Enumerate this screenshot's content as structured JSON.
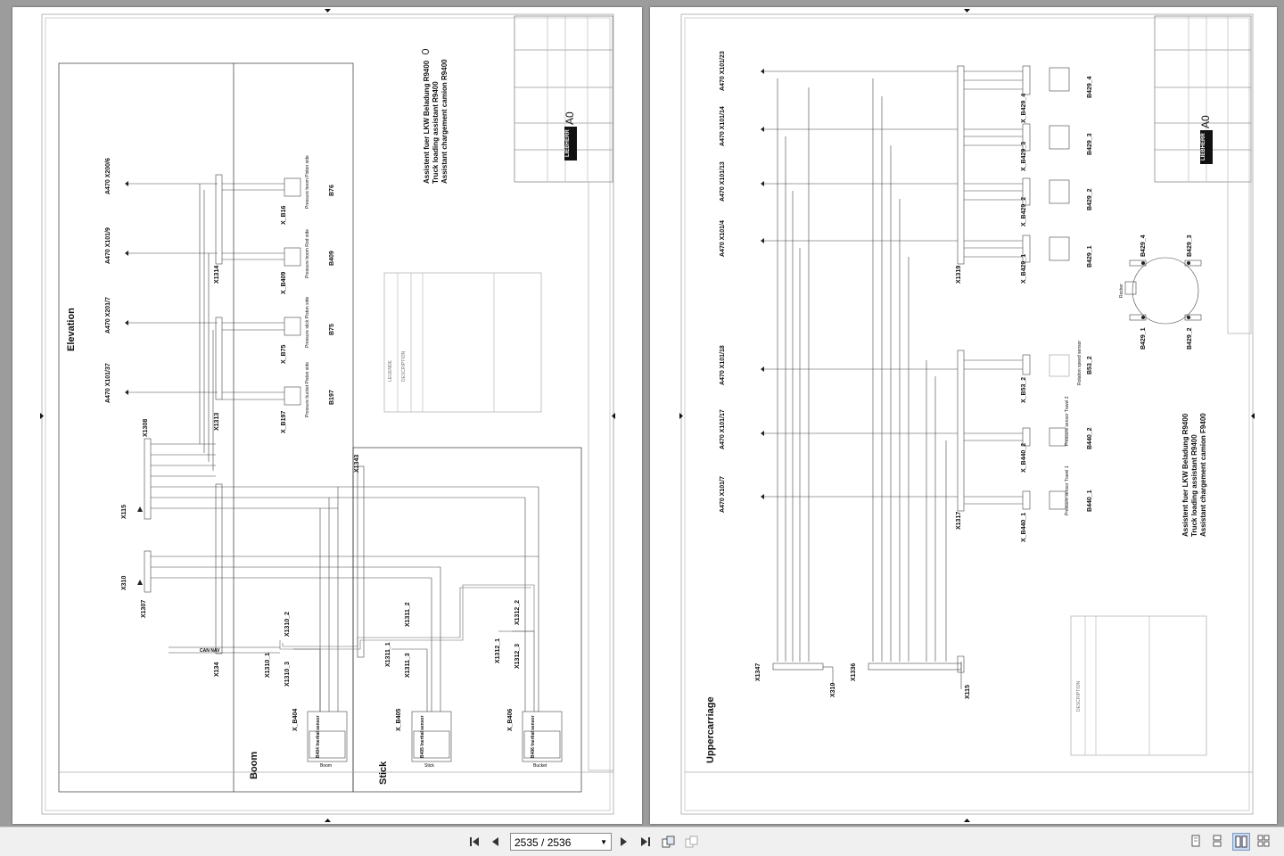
{
  "viewer": {
    "page_indicator": "2535 / 2536",
    "toolbar": {
      "first_page_icon": "first-page-icon",
      "prev_page_icon": "prev-page-icon",
      "next_page_icon": "next-page-icon",
      "last_page_icon": "last-page-icon",
      "view_modes": [
        "single-page-icon",
        "continuous-icon",
        "two-page-icon",
        "two-page-continuous-icon"
      ]
    }
  },
  "left_page": {
    "title_block": [
      "Assistent fuer LKW Beladung R9400",
      "Truck loading assistant R9400",
      "Assistant chargement camion R9400"
    ],
    "sections": [
      "Elevation",
      "Boom",
      "Stick"
    ],
    "connectors": [
      "A470 X200/6",
      "A470 X101/9",
      "A470 X201/7",
      "A470 X101/37"
    ],
    "terminal_strips": [
      "X1314",
      "X1313",
      "X1308",
      "X115",
      "X310",
      "X1307",
      "X134",
      "X1343"
    ],
    "sensors": [
      {
        "plug": "X_B16",
        "name": "B76",
        "desc": "Pressure boom Piston side"
      },
      {
        "plug": "X_B409",
        "name": "B409",
        "desc": "Pressure boom Rod side"
      },
      {
        "plug": "X_B75",
        "name": "B75",
        "desc": "Pressure stick Piston side"
      },
      {
        "plug": "X_B197",
        "name": "B197",
        "desc": "Pressure bucket Piston side"
      }
    ],
    "bottom_plugs": [
      "X_B404",
      "X_B405",
      "X_B406"
    ],
    "inertial_sensors": [
      "B404 Inertial sensor",
      "B405 Inertial sensor",
      "B406 Inertial sensor"
    ],
    "inertial_captions": [
      "Boom",
      "Stick",
      "Bucket"
    ],
    "splices": [
      "X1310_1",
      "X1310_3",
      "X1310_2",
      "X1311_1",
      "X1311_3",
      "X1311_2",
      "X1312_1",
      "X1312_3",
      "X1312_2"
    ],
    "can_label": "CAN NAV",
    "legend_title": "LEGENDE",
    "legend_subtitle": "DESCRIPTION",
    "brand": "LIEBHERR",
    "format": "A0"
  },
  "right_page": {
    "title_block": [
      "Assistent fuer LKW Beladung R9400",
      "Truck loading assistant R9400",
      "Assistant chargement camion F9400"
    ],
    "section": "Uppercarriage",
    "connectors": [
      "A470 X101/23",
      "A470 X101/14",
      "A470 X101/13",
      "A470 X101/4",
      "A470 X101/18",
      "A470 X101/17",
      "A470 X101/7"
    ],
    "terminal_strips": [
      "X1319",
      "X1317",
      "X1347",
      "X1336",
      "X310",
      "X115"
    ],
    "angle_sensors": [
      {
        "plug": "X_B429_4",
        "name": "B429_4"
      },
      {
        "plug": "X_B429_3",
        "name": "B429_3"
      },
      {
        "plug": "X_B429_2",
        "name": "B429_2"
      },
      {
        "plug": "X_B429_1",
        "name": "B429_1"
      }
    ],
    "other_sensors": [
      {
        "plug": "X_B53_2",
        "name": "B53_2",
        "desc": "Rotation speed sensor"
      },
      {
        "plug": "X_B440_2",
        "name": "B440_2",
        "desc": "Pressure sensor Travel 2"
      },
      {
        "plug": "X_B440_1",
        "name": "B440_1",
        "desc": "Pressure sensor Travel 1"
      }
    ],
    "diagram_labels": [
      "B429_4",
      "B429_3",
      "B429_1",
      "B429_2"
    ],
    "diagram_caption": "Rocker",
    "legend_subtitle": "DESCRIPTION",
    "brand": "LIEBHERR",
    "format": "A0"
  }
}
